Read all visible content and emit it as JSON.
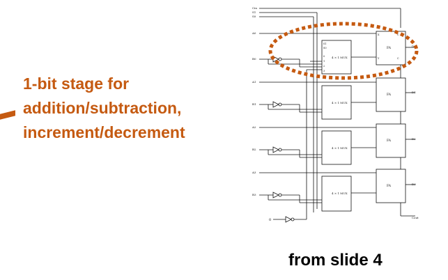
{
  "stage_label": {
    "lines": [
      "1-bit stage for",
      "addition/subtraction,",
      "increment/decrement"
    ],
    "color": "#c55a11"
  },
  "caption": "from slide 4",
  "circuit": {
    "select_inputs": [
      "Cin",
      "S1",
      "S0"
    ],
    "a_inputs": [
      "A0",
      "A1",
      "A2",
      "A3"
    ],
    "b_inputs": [
      "B0",
      "B1",
      "B2",
      "B3"
    ],
    "mux_label": "4 × 1\nMUX",
    "mux_pins": [
      "S1",
      "S0",
      "0",
      "1",
      "2",
      "3"
    ],
    "fa_label": "FA",
    "fa_pins": {
      "x": "X",
      "y": "Y",
      "c_in": "C",
      "c_out": "C"
    },
    "outputs": [
      "D0",
      "D1",
      "D2",
      "D3"
    ],
    "carry_out": "Cout",
    "constant_input": "0",
    "highlight_color": "#c55a11"
  }
}
